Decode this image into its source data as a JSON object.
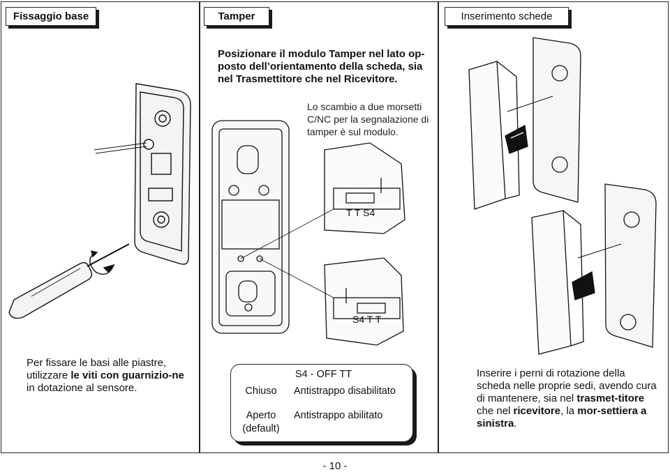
{
  "sections": {
    "base": {
      "title": "Fissaggio base",
      "text_plain": "Per fissare le basi alle piastre, utilizzare ",
      "text_bold": "le viti con guarnizio-ne",
      "text_tail": " in dotazione al sensore."
    },
    "tamper": {
      "title": "Tamper",
      "instruction": "Posizionare il modulo Tamper nel lato op-posto dell’orientamento della scheda, sia nel Trasmettitore che nel Ricevitore.",
      "note": "Lo scambio a due morsetti C/NC per la segnalazione di tamper è sul modulo.",
      "label_top": "T T  S4",
      "label_bottom": "S4  T T",
      "table": {
        "header": "S4 - OFF TT",
        "row1_key": "Chiuso",
        "row1_value": "Antistrappo disabilitato",
        "row2_key": "Aperto",
        "row2_sub": "(default)",
        "row2_value": "Antistrappo abilitato"
      }
    },
    "cards": {
      "title": "Inserimento schede",
      "text_a": "Inserire i perni di rotazione della scheda nelle proprie sedi, avendo cura di mantenere, sia nel ",
      "bold_a": "trasmet-titore",
      "text_b": " che nel ",
      "bold_b": "ricevitore",
      "text_c": ", la ",
      "bold_c": "mor-settiera a sinistra",
      "text_d": "."
    }
  },
  "page_number": "- 10 -"
}
